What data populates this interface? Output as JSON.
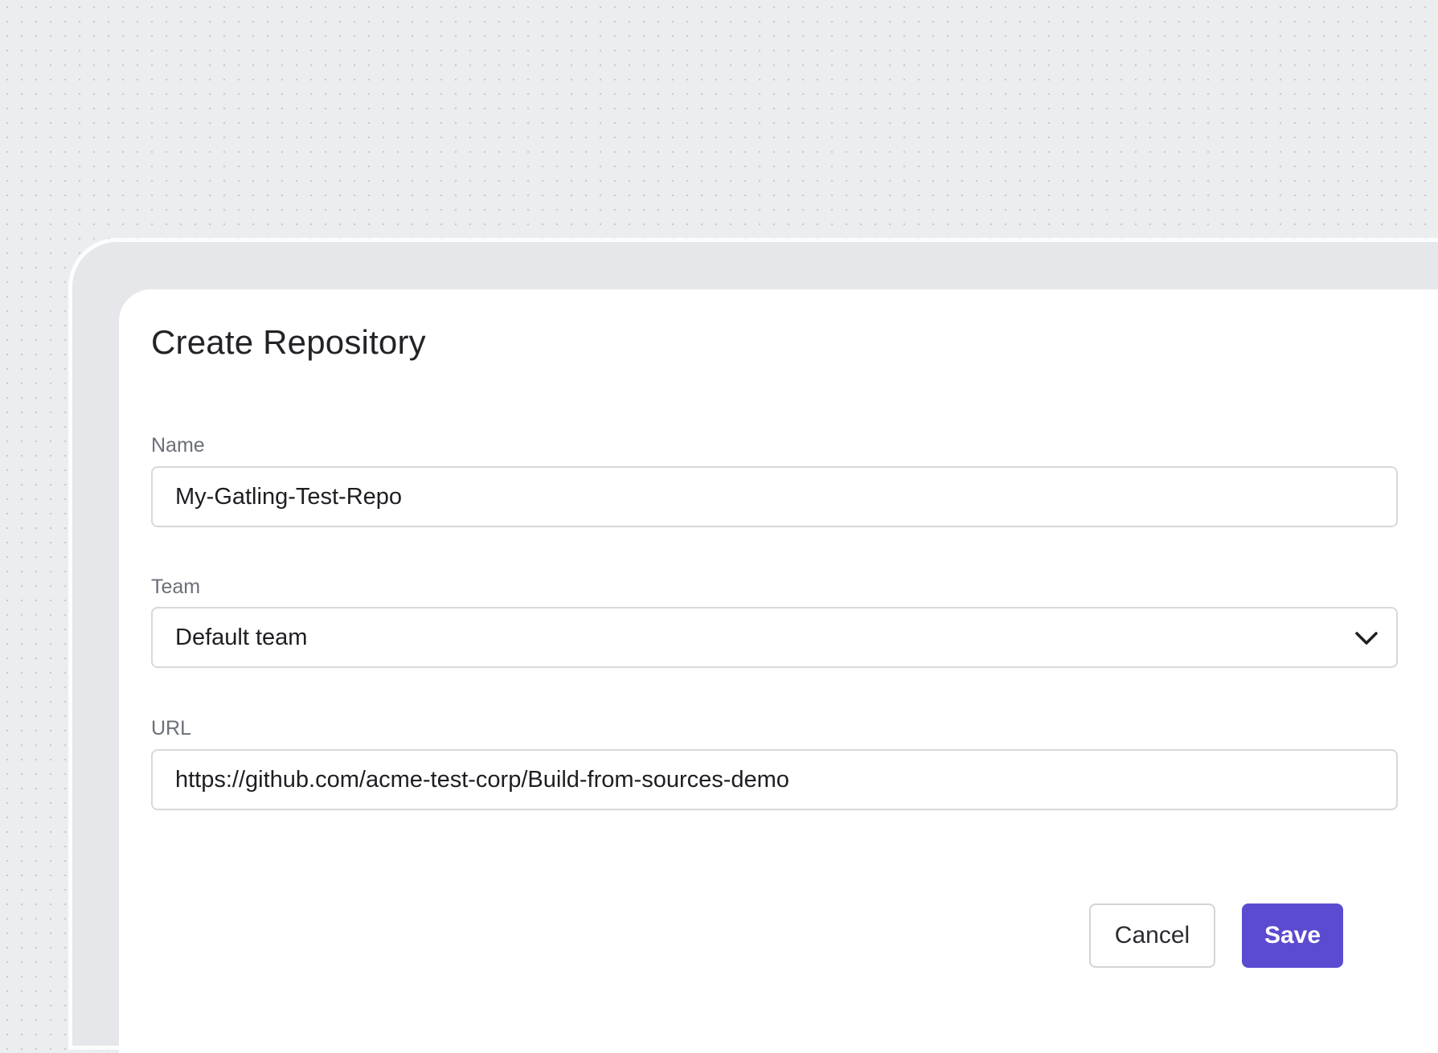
{
  "dialog": {
    "title": "Create Repository"
  },
  "form": {
    "name": {
      "label": "Name",
      "value": "My-Gatling-Test-Repo"
    },
    "team": {
      "label": "Team",
      "selected": "Default team"
    },
    "url": {
      "label": "URL",
      "value": "https://github.com/acme-test-corp/Build-from-sources-demo"
    }
  },
  "actions": {
    "cancel_label": "Cancel",
    "save_label": "Save"
  },
  "colors": {
    "primary": "#5b4bd0",
    "background": "#ecedef"
  },
  "icons": {
    "select_chevron": "chevron-down-icon"
  }
}
